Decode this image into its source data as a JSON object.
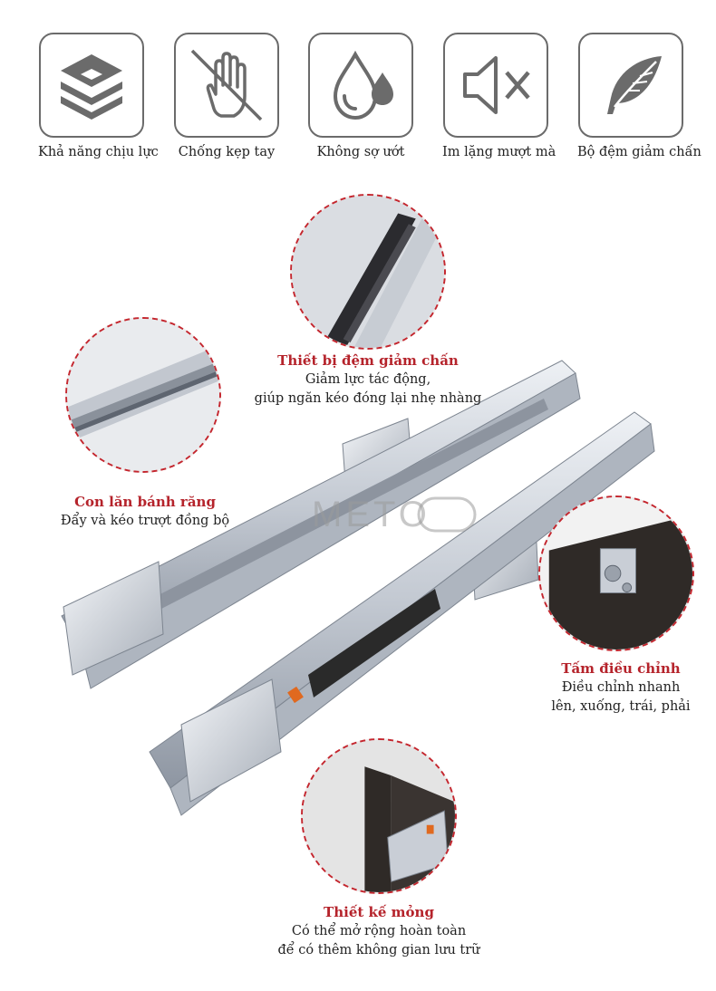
{
  "features": [
    {
      "label": "Khả năng chịu lực",
      "icon": "layers-icon"
    },
    {
      "label": "Chống kẹp tay",
      "icon": "no-hand-icon"
    },
    {
      "label": "Không sợ ướt",
      "icon": "water-drop-icon"
    },
    {
      "label": "Im lặng mượt mà",
      "icon": "mute-speaker-icon"
    },
    {
      "label": "Bộ đệm giảm chấn",
      "icon": "feather-icon"
    }
  ],
  "callouts": {
    "damper": {
      "title": "Thiết bị đệm giảm chấn",
      "line1": "Giảm lực tác động,",
      "line2": "giúp ngăn kéo đóng lại nhẹ nhàng"
    },
    "gear": {
      "title": "Con lăn bánh răng",
      "line1": "Đẩy và kéo trượt đồng bộ"
    },
    "adjust": {
      "title": "Tấm điều chỉnh",
      "line1": "Điều chỉnh nhanh",
      "line2": "lên, xuống, trái, phải"
    },
    "slim": {
      "title": "Thiết kế mỏng",
      "line1": "Có thể mở rộng hoàn toàn",
      "line2": "để có thêm không gian lưu trữ"
    }
  },
  "watermark": "METO",
  "colors": {
    "accent": "#b5232b",
    "icon_gray": "#6b6b6b",
    "steel": "#c9ced6"
  }
}
